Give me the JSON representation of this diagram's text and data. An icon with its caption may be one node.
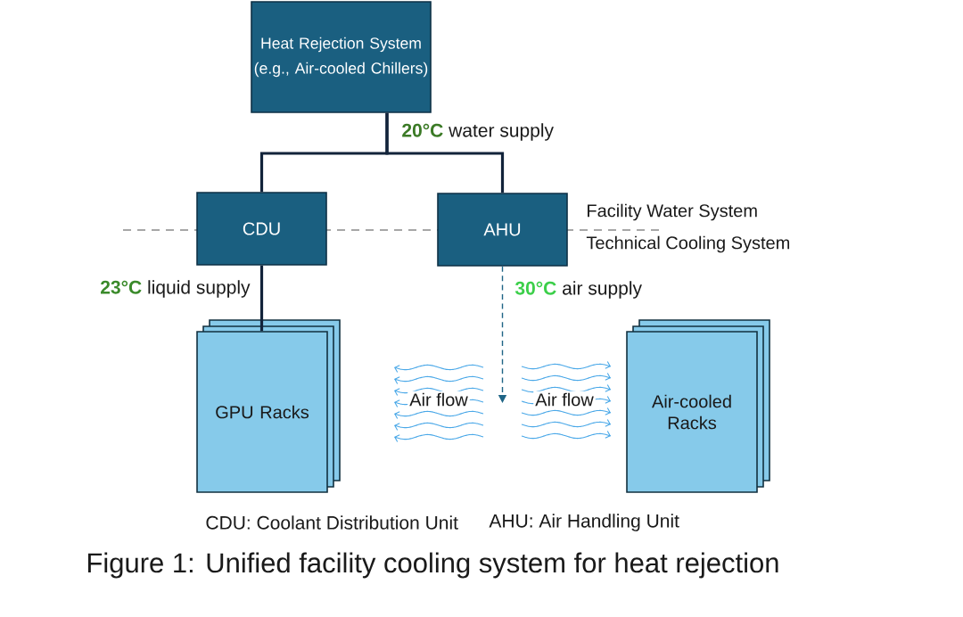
{
  "diagram": {
    "caption": "Figure 1: Unified facility cooling system for heat rejection",
    "nodes": [
      {
        "text": [
          "Heat Rejection System (e.g., Air-cooled Chillers)"
        ]
      },
      {
        "text": [
          "CDU"
        ]
      },
      {
        "text": [
          "AHU"
        ]
      },
      {
        "text": [
          "GPU Racks"
        ]
      },
      {
        "text": [
          "Air-cooled Racks"
        ]
      }
    ],
    "edges": [
      {
        "from": 0,
        "to": 1,
        "arrow": "none",
        "label": "**20°C** water supply"
      },
      {
        "from": 0,
        "to": 2,
        "arrow": "none"
      },
      {
        "from": 1,
        "to": 3,
        "arrow": "none",
        "label": "**23°C** liquid supply"
      },
      {
        "from": 2,
        "to": null,
        "arrow": "to",
        "style": "dashed",
        "color": "#1e6485",
        "label": "**30°C** air supply"
      }
    ],
    "labels": [
      "Facility Water System",
      "Technical Cooling System",
      "Air flow",
      "Air flow",
      "CDU: Coolant Distribution Unit",
      "AHU: Air Handling Unit"
    ]
  }
}
